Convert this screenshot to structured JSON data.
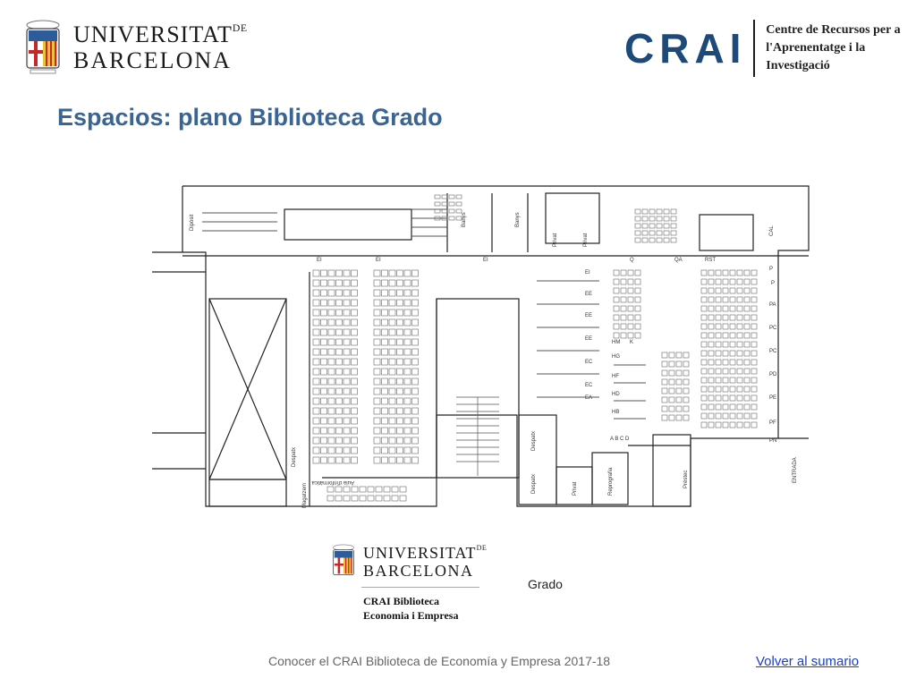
{
  "header": {
    "ub_logo": {
      "line1": "UNIVERSITAT",
      "line1_suffix": "DE",
      "line2": "BARCELONA"
    },
    "crai_logo": {
      "mark": "CRAI",
      "subtitle_line1": "Centre de Recursos per a",
      "subtitle_line2": "l'Aprenentatge i la Investigació"
    }
  },
  "page_title": "Espacios: plano Biblioteca Grado",
  "floor_plan": {
    "labels": {
      "depot": "Dipòsit",
      "banys1": "Banys",
      "banys2": "Banys",
      "privat1": "Privat",
      "privat2": "Privat",
      "cal": "CAL",
      "ei1": "EI",
      "ei2": "EI",
      "ei3": "EI",
      "ei4": "EI",
      "q": "Q",
      "qa": "QA",
      "rst": "RST",
      "p1": "P",
      "p2": "P",
      "pa": "PA",
      "pc1": "PC",
      "pc2": "PC",
      "pd": "PD",
      "pe": "PE",
      "pf": "PF",
      "pn": "PN",
      "ee1": "EE",
      "ee2": "EE",
      "ee3": "EE",
      "ec1": "EC",
      "ec2": "EC",
      "ea": "EA",
      "hm": "HM",
      "k": "K",
      "hg": "HG",
      "hf": "HF",
      "hd": "HD",
      "hb": "HB",
      "abcd": "A B C D",
      "despatx1": "Despatx",
      "despatx2": "Despatx",
      "despatx3": "Despatx",
      "privat3": "Privat",
      "reprografia": "Reprografia",
      "prestec": "Préstec",
      "entrada": "ENTRADA",
      "aula": "Aula d'informàtica",
      "magatzem": "Magatzem"
    }
  },
  "caption": "Grado",
  "bottom_logo": {
    "line1": "UNIVERSITAT",
    "line1_suffix": "DE",
    "line2": "BARCELONA",
    "crai_line1": "CRAI Biblioteca",
    "crai_line2": "Economia i Empresa"
  },
  "footer": {
    "text": "Conocer el CRAI Biblioteca de Economía y Empresa 2017-18",
    "back_link": "Volver al sumario"
  },
  "colors": {
    "title": "#3a6593",
    "crai_mark": "#1d4a78",
    "link": "#1a3ec8"
  }
}
